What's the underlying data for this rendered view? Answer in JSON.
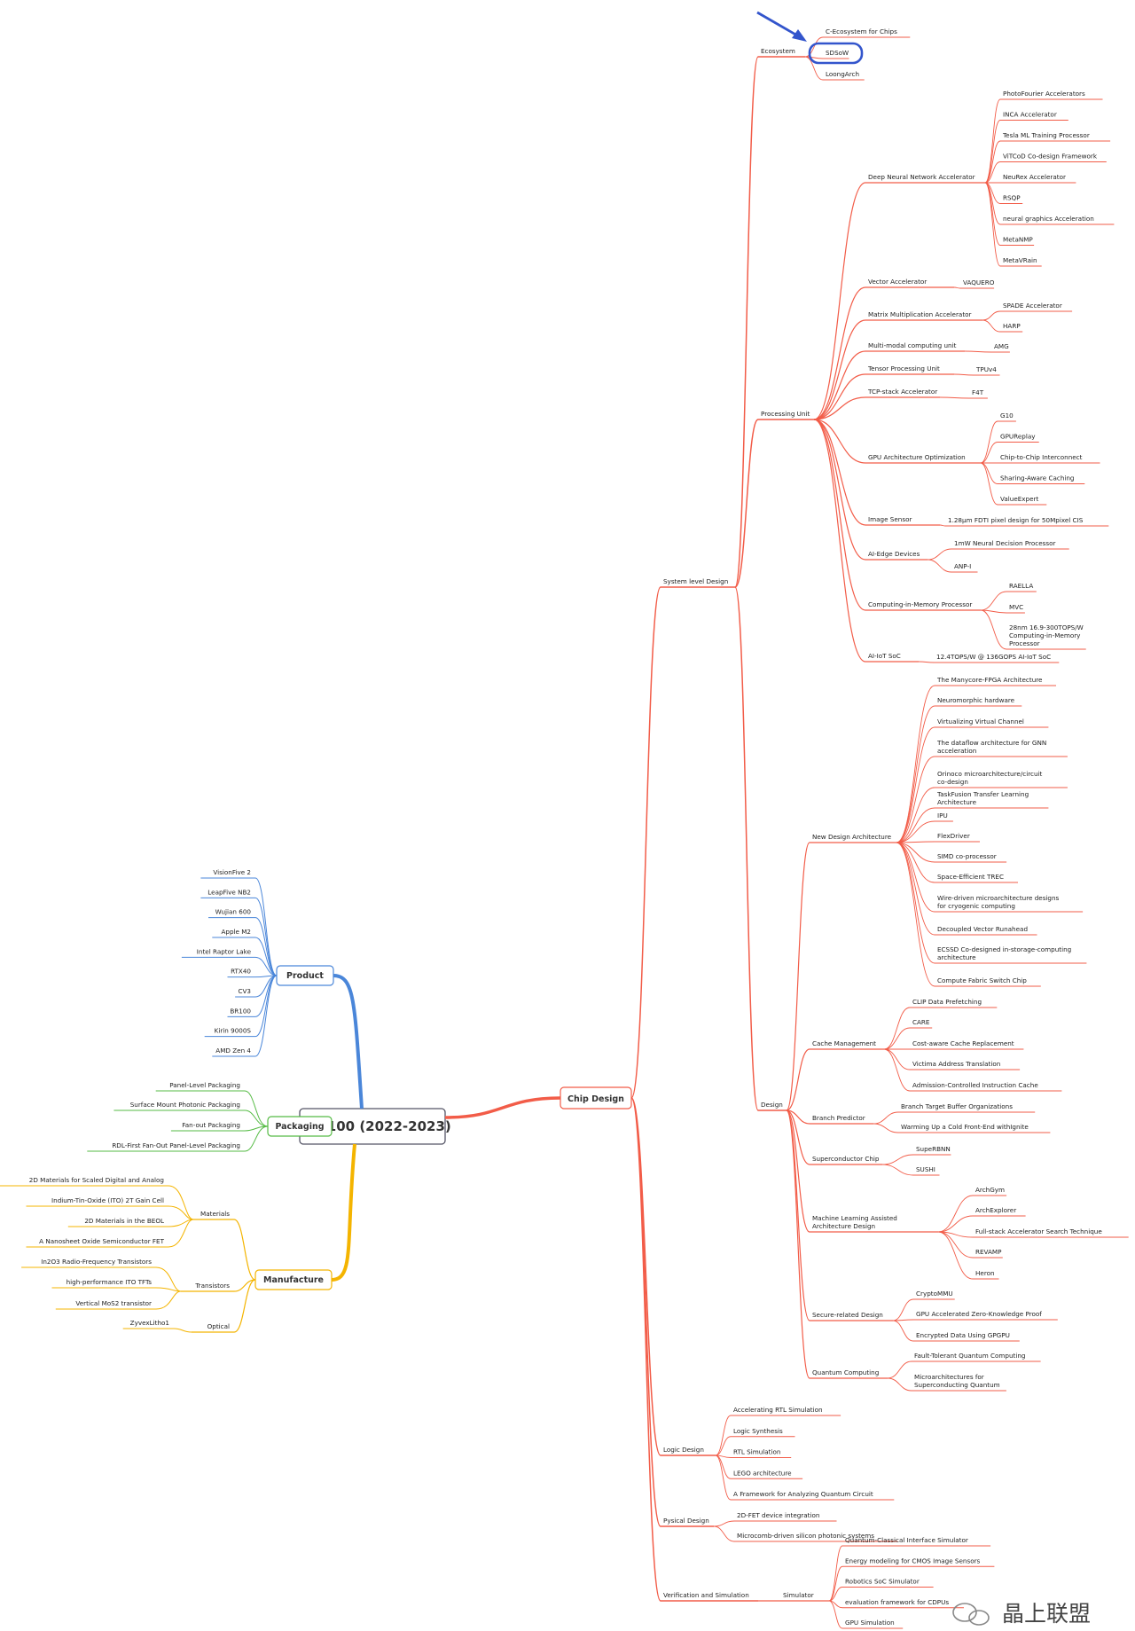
{
  "title": "Chip100 (2022-2023)",
  "watermark": "晶上联盟",
  "colors": {
    "red": "#f25c48",
    "blue": "#4a86d9",
    "green": "#55bb44",
    "orange": "#f4b400",
    "annot": "#3355cc"
  },
  "chip_design": {
    "label": "Chip Design",
    "system_level": {
      "label": "System level Design",
      "ecosystem": {
        "label": "Ecosystem",
        "items": [
          "C-Ecosystem for Chips",
          "SDSoW",
          "LoongArch"
        ]
      },
      "processing_unit": {
        "label": "Processing Unit",
        "groups": [
          {
            "label": "Deep Neural Network Accelerator",
            "items": [
              "PhotoFourier Accelerators",
              "INCA Accelerator",
              "Tesla ML Training Processor",
              "ViTCoD Co-design Framework",
              "NeuRex Accelerator",
              "RSQP",
              "neural graphics Acceleration",
              "MetaNMP",
              "MetaVRain"
            ]
          },
          {
            "label": "Vector Accelerator",
            "items": [
              "VAQUERO"
            ]
          },
          {
            "label": "Matrix Multiplication Accelerator",
            "items": [
              "SPADE Accelerator",
              "HARP"
            ]
          },
          {
            "label": "Multi-modal computing unit",
            "items": [
              "AMG"
            ]
          },
          {
            "label": "Tensor Processing Unit",
            "items": [
              "TPUv4"
            ]
          },
          {
            "label": "TCP-stack Accelerator",
            "items": [
              "F4T"
            ]
          },
          {
            "label": "GPU Architecture Optimization",
            "items": [
              "G10",
              "GPUReplay",
              "Chip-to-Chip Interconnect",
              "Sharing-Aware Caching",
              "ValueExpert"
            ]
          },
          {
            "label": "Image Sensor",
            "items": [
              "1.28μm FDTI pixel design for 50Mpixel CIS"
            ]
          },
          {
            "label": "AI-Edge Devices",
            "items": [
              "1mW Neural Decision Processor",
              "ANP-I"
            ]
          },
          {
            "label": "Computing-in-Memory Processor",
            "items": [
              "RAELLA",
              "MVC",
              "28nm 16.9-300TOPS/W Computing-in-Memory Processor"
            ]
          },
          {
            "label": "AI-IoT SoC",
            "items": [
              "12.4TOPS/W @ 136GOPS AI-IoT SoC"
            ]
          }
        ]
      },
      "design": {
        "label": "Design",
        "groups": [
          {
            "label": "New Design Architecture",
            "items": [
              "The Manycore-FPGA Architecture",
              "Neuromorphic hardware",
              "Virtualizing Virtual Channel",
              "The dataflow architecture for GNN acceleration",
              "Orinoco microarchitecture/circuit co-design",
              "TaskFusion Transfer Learning Architecture",
              "IPU",
              "FlexDriver",
              "SIMD co-processor",
              "Space-Efficient TREC",
              "Wire-driven microarchitecture designs for cryogenic computing",
              "Decoupled Vector Runahead",
              "ECSSD Co-designed in-storage-computing architecture",
              "Compute Fabric Switch Chip"
            ]
          },
          {
            "label": "Cache Management",
            "items": [
              "CLIP Data Prefetching",
              "CARE",
              "Cost-aware Cache Replacement",
              "Victima Address Translation",
              "Admission-Controlled Instruction Cache"
            ]
          },
          {
            "label": "Branch Predictor",
            "items": [
              "Branch Target Buffer Organizations",
              "Warming Up a Cold Front-End withIgnite"
            ]
          },
          {
            "label": "Superconductor Chip",
            "items": [
              "SupeRBNN",
              "SUSHI"
            ]
          },
          {
            "label": "Machine Learning Assisted Architecture Design",
            "items": [
              "ArchGym",
              "ArchExplorer",
              "Full-stack Accelerator Search Technique",
              "REVAMP",
              "Heron"
            ]
          },
          {
            "label": "Secure-related Design",
            "items": [
              "CryptoMMU",
              "GPU Accelerated Zero-Knowledge Proof",
              "Encrypted Data Using GPGPU"
            ]
          },
          {
            "label": "Quantum Computing",
            "items": [
              "Fault-Tolerant Quantum Computing",
              "Microarchitectures for Superconducting Quantum"
            ]
          }
        ]
      }
    },
    "logic_design": {
      "label": "Logic Design",
      "items": [
        "Accelerating RTL Simulation",
        "Logic Synthesis",
        "RTL Simulation",
        "LEGO architecture",
        "A Framework for Analyzing Quantum Circuit"
      ]
    },
    "physical_design": {
      "label": "Pysical Design",
      "items": [
        "2D-FET device integration",
        "Microcomb-driven silicon photonic systems"
      ]
    },
    "verification": {
      "label": "Verification and Simulation",
      "simulator": {
        "label": "Simulator",
        "items": [
          "Quantum-Classical Interface Simulator",
          "Energy modeling for CMOS Image Sensors",
          "Robotics SoC Simulator",
          "evaluation framework for CDPUs",
          "GPU Simulation"
        ]
      }
    }
  },
  "product": {
    "label": "Product",
    "items": [
      "VisionFive 2",
      "LeapFive NB2",
      "Wujian 600",
      "Apple  M2",
      "Intel Raptor Lake",
      "RTX40",
      "CV3",
      "BR100",
      "Kirin 9000S",
      "AMD Zen 4"
    ]
  },
  "packaging": {
    "label": "Packaging",
    "items": [
      "Panel-Level Packaging",
      "Surface Mount Photonic Packaging",
      "Fan-out Packaging",
      "RDL-First Fan-Out Panel-Level Packaging"
    ]
  },
  "manufacture": {
    "label": "Manufacture",
    "groups": [
      {
        "label": "Materials",
        "items": [
          "2D Materials for Scaled Digital and Analog",
          "Indium-Tin-Oxide (ITO) 2T Gain Cell",
          "2D Materials in the BEOL",
          "A Nanosheet Oxide Semiconductor FET"
        ]
      },
      {
        "label": "Transistors",
        "items": [
          "In2O3 Radio-Frequency Transistors",
          "high-performance ITO TFTs",
          "Vertical MoS2 transistor"
        ]
      },
      {
        "label": "Optical",
        "items": [
          "ZyvexLitho1"
        ]
      }
    ]
  }
}
